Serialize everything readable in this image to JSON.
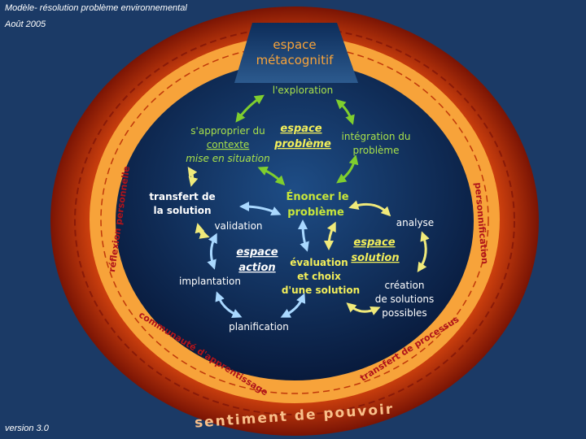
{
  "header": {
    "title": "Modèle- résolution problème environnemental",
    "date": "Août 2005"
  },
  "footer": {
    "version": "version 3.0"
  },
  "meta_space": {
    "line1": "espace",
    "line2": "métacognitif"
  },
  "ring_labels": {
    "left": "réflexion personnelle",
    "right": "personnification",
    "bottom_left": "communauté d'apprentissage",
    "bottom_right": "transfert de processus",
    "bottom": "sentiment de pouvoir"
  },
  "problem_space": {
    "title_line1": "espace",
    "title_line2": "problème",
    "exploration": "l'exploration",
    "approprier_line1": "s'approprier du",
    "approprier_line2": "contexte",
    "approprier_line3": "mise en situation",
    "integration_line1": "intégration du",
    "integration_line2": "problème"
  },
  "center": {
    "enoncer_line1": "Énoncer le",
    "enoncer_line2": "problème",
    "evaluation_line1": "évaluation",
    "evaluation_line2": "et choix",
    "evaluation_line3": "d'une solution"
  },
  "action_space": {
    "title_line1": "espace",
    "title_line2": "action",
    "transfert_line1": "transfert de",
    "transfert_line2": "la solution",
    "validation": "validation",
    "implantation": "implantation",
    "planification": "planification"
  },
  "solution_space": {
    "title_line1": "espace",
    "title_line2": "solution",
    "analyse": "analyse",
    "creation_line1": "création",
    "creation_line2": "de solutions",
    "creation_line3": "possibles"
  },
  "colors": {
    "background": "#1b3a66",
    "outer_ring": "#c0390b",
    "inner_ring": "#f7a33a",
    "center": "#0a2148",
    "problem_arrows": "#7fce2e",
    "action_arrows": "#a9d8ff",
    "solution_arrows": "#f0ea7a"
  }
}
